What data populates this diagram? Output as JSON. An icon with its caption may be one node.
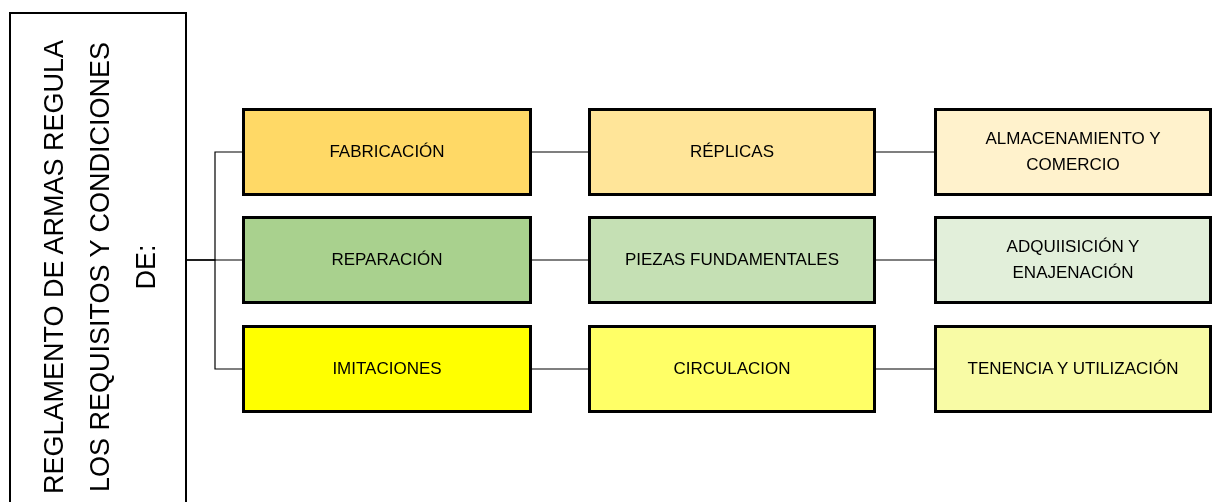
{
  "diagram": {
    "nodes": [
      {
        "text": [
          "REGLAMENTO DE ARMAS REGULA LOS REQUISITOS Y CONDICIONES DE:"
        ]
      },
      {
        "text": [
          "FABRICACIÓN"
        ]
      },
      {
        "text": [
          "RÉPLICAS"
        ]
      },
      {
        "text": [
          "ALMACENAMIENTO Y COMERCIO"
        ]
      },
      {
        "text": [
          "REPARACIÓN"
        ]
      },
      {
        "text": [
          "PIEZAS FUNDAMENTALES"
        ]
      },
      {
        "text": [
          "ADQUIISICIÓN Y ENAJENACIÓN"
        ]
      },
      {
        "text": [
          "IMITACIONES"
        ]
      },
      {
        "text": [
          "CIRCULACION"
        ]
      },
      {
        "text": [
          "TENENCIA Y UTILIZACIÓN"
        ]
      }
    ],
    "edges": [
      {
        "from": 0,
        "to": 1,
        "arrow": "none"
      },
      {
        "from": 0,
        "to": 4,
        "arrow": "none"
      },
      {
        "from": 0,
        "to": 7,
        "arrow": "none"
      },
      {
        "from": 1,
        "to": 2,
        "arrow": "none"
      },
      {
        "from": 2,
        "to": 3,
        "arrow": "none"
      },
      {
        "from": 4,
        "to": 5,
        "arrow": "none"
      },
      {
        "from": 5,
        "to": 6,
        "arrow": "none"
      },
      {
        "from": 7,
        "to": 8,
        "arrow": "none"
      },
      {
        "from": 8,
        "to": 9,
        "arrow": "none"
      }
    ]
  }
}
